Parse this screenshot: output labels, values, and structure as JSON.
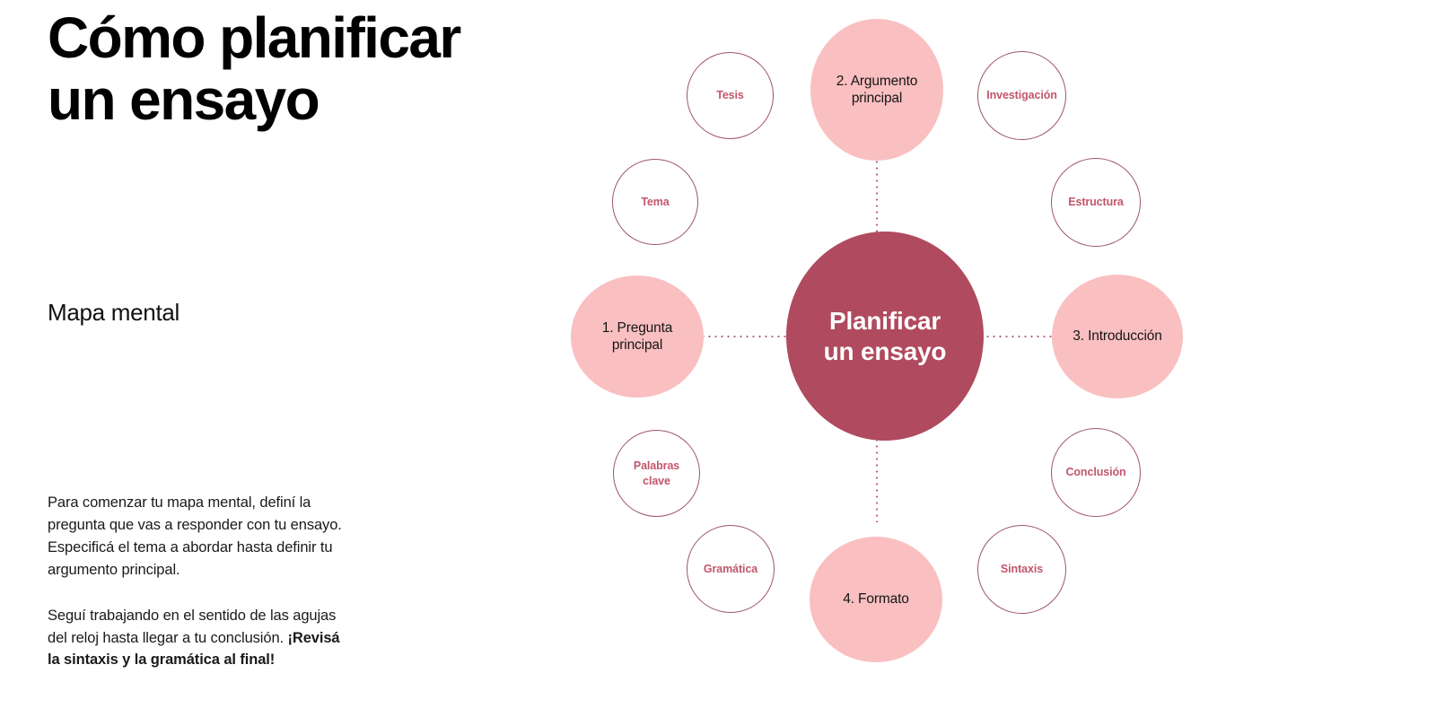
{
  "header": {
    "title": "Cómo planificar un ensayo",
    "subtitle": "Mapa mental"
  },
  "body": {
    "paragraph_1": "Para comenzar tu mapa mental, definí la pregunta que vas a responder con tu ensayo. Especificá el tema a abordar hasta definir tu argumento principal.",
    "paragraph_2_normal": "Seguí trabajando en el sentido de las agujas del reloj hasta llegar a tu conclusión. ",
    "paragraph_2_bold": "¡Revisá la sintaxis y la gramática al final!"
  },
  "colors": {
    "center_fill": "#b04a5e",
    "primary_fill": "#f9bfc1",
    "sub_stroke": "#9e5566",
    "sub_text": "#c2566b",
    "connector": "#b06072",
    "background": "#ffffff",
    "title_text": "#000000"
  },
  "mindmap": {
    "center": {
      "label": "Planificar\nun ensayo"
    },
    "primary_nodes": [
      {
        "id": "pregunta-principal",
        "label": "1. Pregunta\nprincipal",
        "step": "1"
      },
      {
        "id": "argumento-principal",
        "label": "2. Argumento\nprincipal",
        "step": "2"
      },
      {
        "id": "introduccion",
        "label": "3. Introducción",
        "step": "3"
      },
      {
        "id": "formato",
        "label": "4. Formato",
        "step": "4"
      }
    ],
    "sub_nodes": [
      {
        "id": "tema",
        "label": "Tema"
      },
      {
        "id": "tesis",
        "label": "Tesis"
      },
      {
        "id": "investigacion",
        "label": "Investigación"
      },
      {
        "id": "estructura",
        "label": "Estructura"
      },
      {
        "id": "conclusion",
        "label": "Conclusión"
      },
      {
        "id": "sintaxis",
        "label": "Sintaxis"
      },
      {
        "id": "gramatica",
        "label": "Gramática"
      },
      {
        "id": "palabras-clave",
        "label": "Palabras\nclave"
      }
    ]
  }
}
